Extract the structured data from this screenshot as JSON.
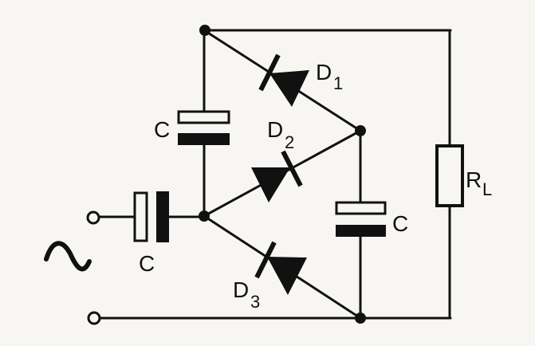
{
  "diagram": {
    "type": "circuit-schematic",
    "description": "Voltage tripler (diode-capacitor multiplier) with AC source and load resistor",
    "source": {
      "symbol": "~",
      "name": "AC input"
    },
    "components": [
      {
        "id": "C_in",
        "kind": "capacitor",
        "label": "C"
      },
      {
        "id": "C_top",
        "kind": "capacitor",
        "label": "C"
      },
      {
        "id": "C_right",
        "kind": "capacitor",
        "label": "C"
      },
      {
        "id": "D1",
        "kind": "diode",
        "label": "D",
        "subscript": "1"
      },
      {
        "id": "D2",
        "kind": "diode",
        "label": "D",
        "subscript": "2"
      },
      {
        "id": "D3",
        "kind": "diode",
        "label": "D",
        "subscript": "3"
      },
      {
        "id": "RL",
        "kind": "resistor",
        "label": "R",
        "subscript": "L"
      }
    ]
  }
}
